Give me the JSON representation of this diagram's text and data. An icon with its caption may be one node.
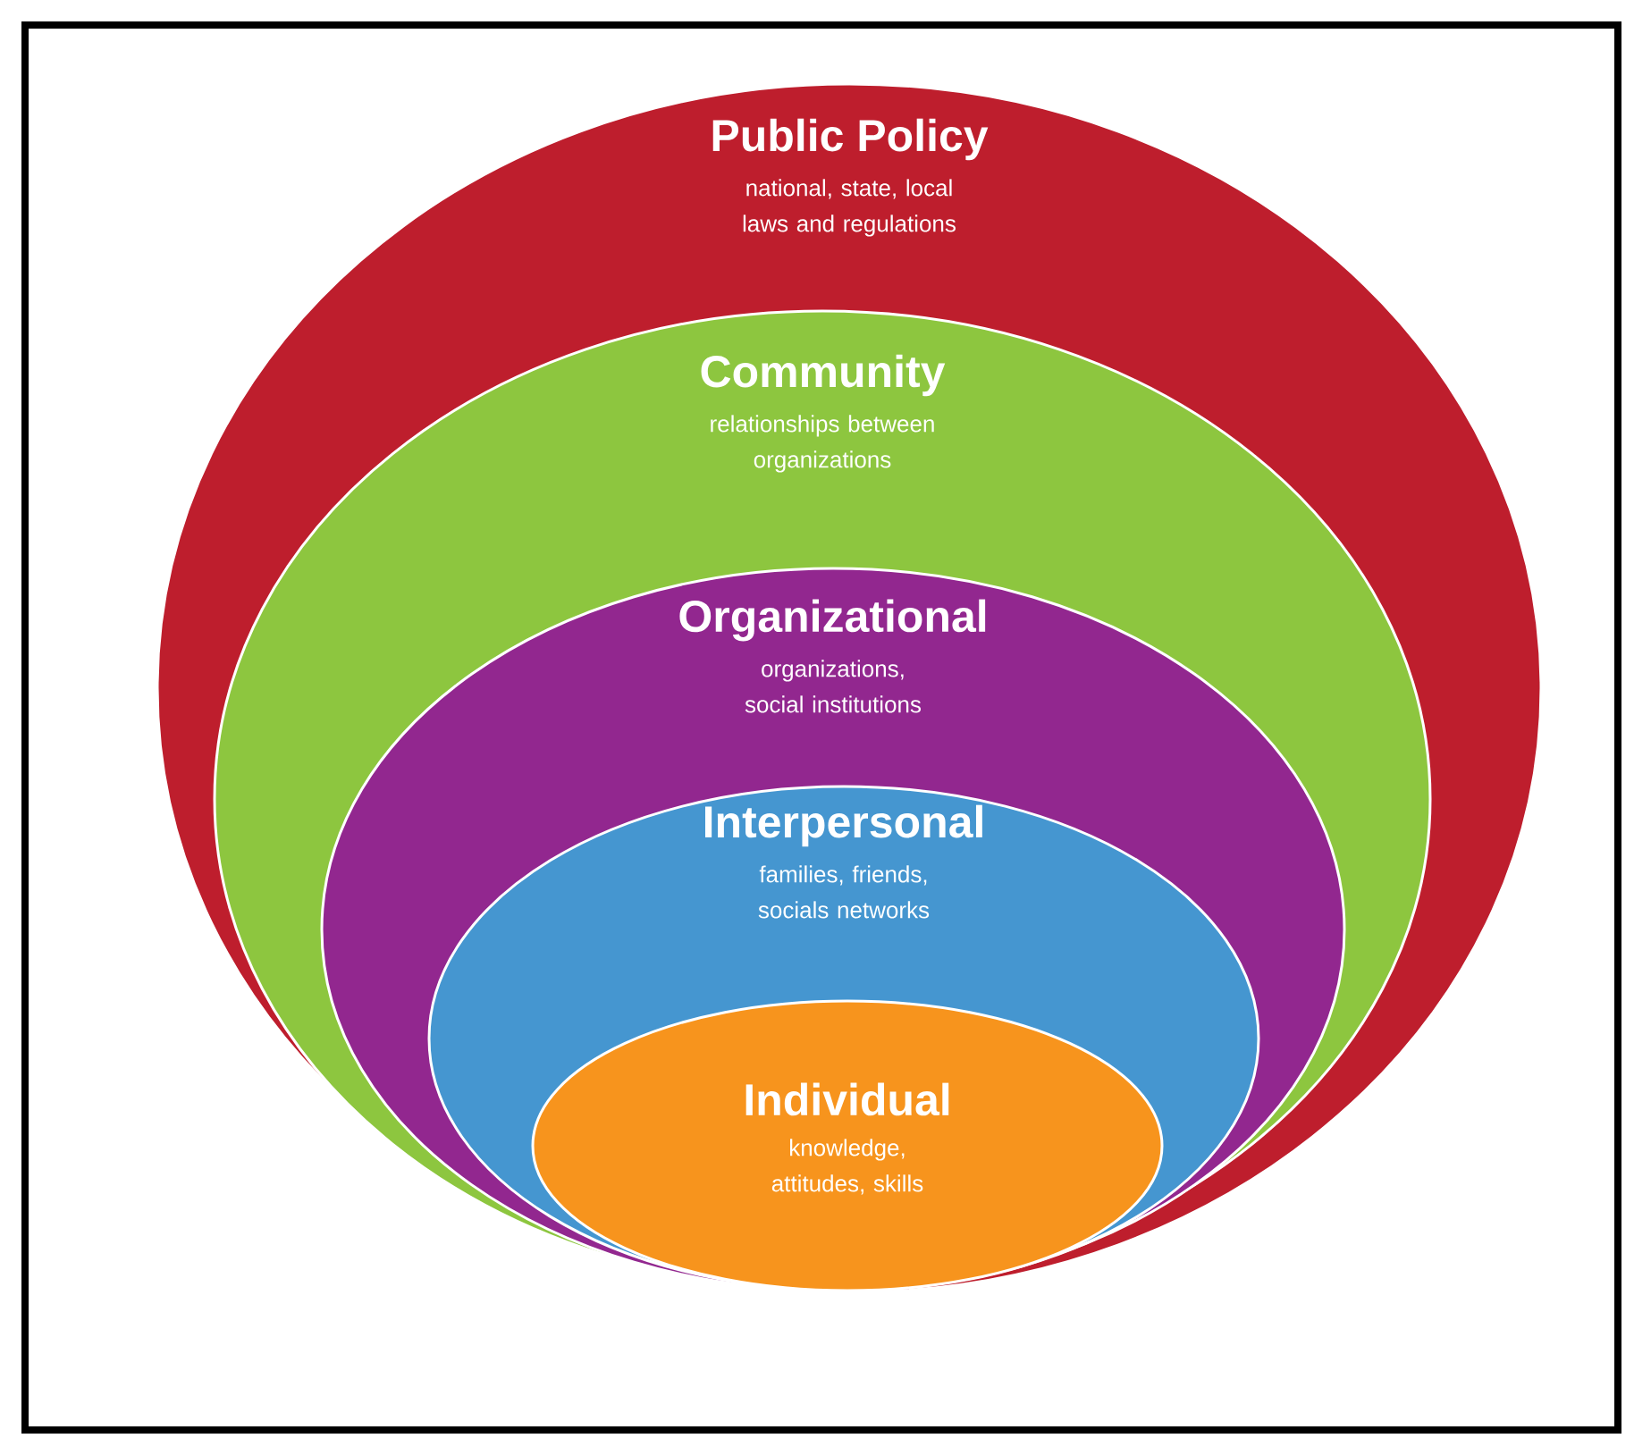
{
  "diagram": {
    "nodes": [
      {
        "text": [
          "Public Policy",
          "national, state, local laws and regulations"
        ]
      },
      {
        "text": [
          "Community",
          "relationships between organizations"
        ],
        "in": 0
      },
      {
        "text": [
          "Organizational",
          "organizations, social institutions"
        ],
        "in": 1
      },
      {
        "text": [
          "Interpersonal",
          "families, friends, socials networks"
        ],
        "in": 2
      },
      {
        "text": [
          "Individual",
          "knowledge, attitudes, skills"
        ],
        "in": 3
      }
    ]
  }
}
